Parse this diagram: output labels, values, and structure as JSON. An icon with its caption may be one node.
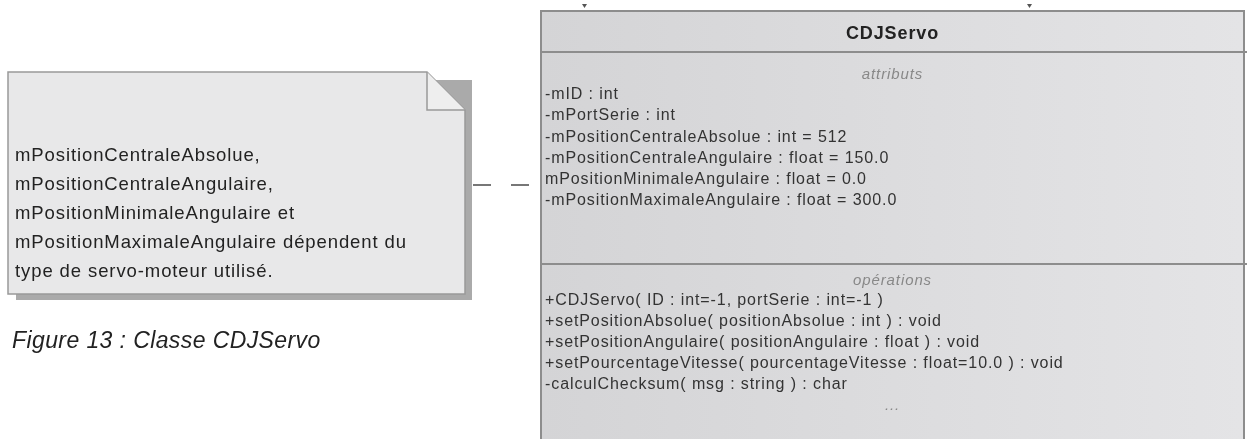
{
  "diagram": {
    "caption": "Figure 13 : Classe CDJServo",
    "nodes": [
      {
        "text": [
          "mPositionCentraleAbsolue, mPositionCentraleAngulaire, mPositionMinimaleAngulaire et mPositionMaximaleAngulaire dépendent du type de servo-moteur utilisé."
        ]
      },
      {
        "text": [
          "CDJServo",
          "attributs",
          "-mID : int",
          "-mPortSerie : int",
          "-mPositionCentraleAbsolue : int = 512",
          "-mPositionCentraleAngulaire : float = 150.0",
          "mPositionMinimaleAngulaire : float = 0.0",
          "-mPositionMaximaleAngulaire : float = 300.0",
          "opérations",
          "+CDJServo( ID : int=-1, portSerie : int=-1 )",
          "+setPositionAbsolue( positionAbsolue : int ) : void",
          "+setPositionAngulaire( positionAngulaire : float ) : void",
          "+setPourcentageVitesse( pourcentageVitesse : float=10.0 ) : void",
          "-calculChecksum( msg : string ) : char",
          "..."
        ]
      }
    ],
    "edges": [
      {
        "from": 0,
        "to": 1,
        "arrow": "none",
        "style": "dashed"
      }
    ]
  }
}
